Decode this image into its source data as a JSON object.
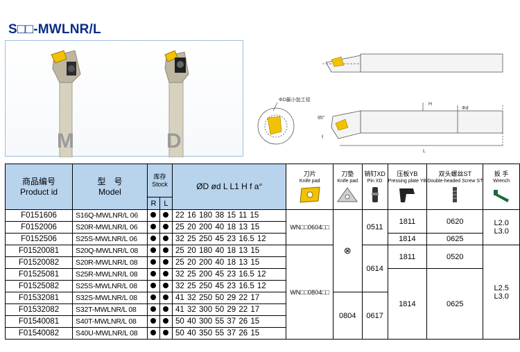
{
  "title": "S□□-MWLNR/L",
  "photos": {
    "left_label": "M",
    "right_label": "D"
  },
  "drawing": {
    "note": "ΦD最小加工径",
    "dim_h": "H",
    "dim_d": "Φd",
    "dim_f": "f",
    "dim_angle": "95°",
    "dim_l": "L"
  },
  "headers": {
    "product_cn": "商品编号",
    "product_en": "Product id",
    "model_cn": "型　号",
    "model_en": "Model",
    "stock_cn": "库存",
    "stock_en": "Stock",
    "stock_r": "R",
    "stock_l": "L",
    "dims": "ØD ød  L  L1  H   f   a°",
    "blade_cn": "刀片",
    "blade_en": "Knife pad",
    "shim_cn": "刀垫",
    "shim_en": "Knife pad",
    "pin_cn": "销钉XD",
    "pin_en": "Pin XD",
    "clamp_cn": "压板YB",
    "clamp_en": "Pressing plate YB",
    "screw_cn": "双头螺丝ST",
    "screw_en": "Double-headed Screw ST",
    "wrench_cn": "扳 手",
    "wrench_en": "Wrench"
  },
  "rows": [
    {
      "id": "F0151606",
      "model": "S16Q-MWLNR/L 06",
      "dims": "22  16  180 38  15   11  15"
    },
    {
      "id": "F0152006",
      "model": "S20R-MWLNR/L 06",
      "dims": "25  20  200 40  18   13  15"
    },
    {
      "id": "F0152506",
      "model": "S25S-MWLNR/L 06",
      "dims": "32  25  250 45  23  16.5 12"
    },
    {
      "id": "F01520081",
      "model": "S20Q-MWLNR/L 08",
      "dims": "25  20  180 40  18   13  15"
    },
    {
      "id": "F01520082",
      "model": "S20R-MWLNR/L 08",
      "dims": "25  20  200 40  18   13  15"
    },
    {
      "id": "F01525081",
      "model": "S25R-MWLNR/L 08",
      "dims": "32  25  200 45  23  16.5 12"
    },
    {
      "id": "F01525082",
      "model": "S25S-MWLNR/L 08",
      "dims": "32  25  250 45  23  16.5 12"
    },
    {
      "id": "F01532081",
      "model": "S32S-MWLNR/L 08",
      "dims": "41  32  250 50  29   22  17"
    },
    {
      "id": "F01532082",
      "model": "S32T-MWLNR/L 08",
      "dims": "41  32  300 50  29   22  17"
    },
    {
      "id": "F01540081",
      "model": "S40T-MWLNR/L 08",
      "dims": "50  40  300 55  37   26  15"
    },
    {
      "id": "F01540082",
      "model": "S40U-MWLNR/L 08",
      "dims": "50  40  350 55  37   26  15"
    }
  ],
  "groups": {
    "insert_06": "WN□□0604□□",
    "insert_08": "WN□□0804□□",
    "shim_none": "⊗",
    "shim_08": "0804",
    "pin_06": "0511",
    "pin_08a": "0614",
    "pin_08b": "0617",
    "clamp_a": "1811",
    "clamp_b": "1814",
    "clamp_c": "1811",
    "clamp_d": "1814",
    "screw_a": "0620",
    "screw_b": "0625",
    "screw_c": "0520",
    "screw_d": "0625",
    "wrench_06": "L2.0\nL3.0",
    "wrench_06_a": "L2.0",
    "wrench_06_b": "L3.0",
    "wrench_08_a": "L2.5",
    "wrench_08_b": "L3.0"
  }
}
